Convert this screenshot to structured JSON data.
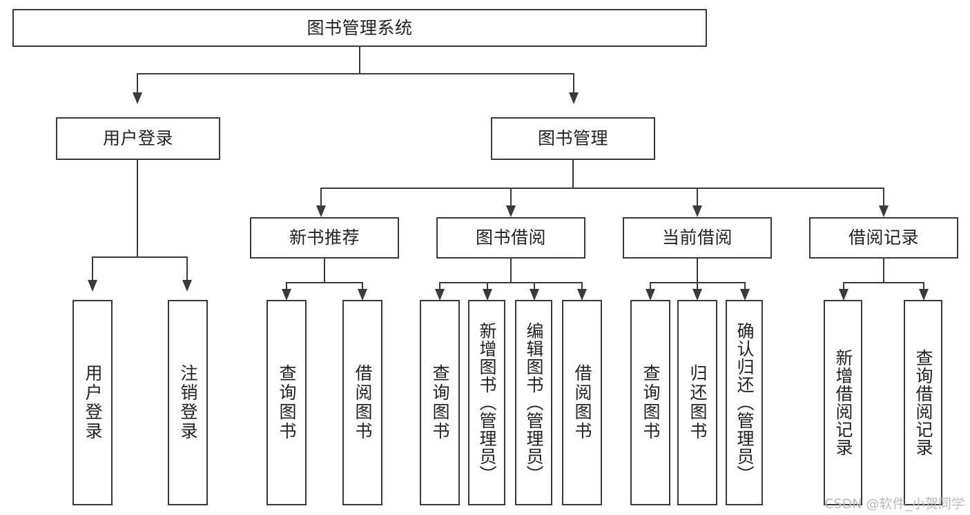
{
  "diagram": {
    "title": "图书管理系统",
    "type": "tree-hierarchy-diagram",
    "colors": {
      "stroke": "#3a3a3a",
      "fill": "#ffffff",
      "text": "#222222",
      "watermark": "#b9b9b9"
    }
  },
  "root": {
    "label": "图书管理系统"
  },
  "level2": [
    {
      "label": "用户登录"
    },
    {
      "label": "图书管理"
    }
  ],
  "level3": [
    {
      "label": "新书推荐"
    },
    {
      "label": "图书借阅"
    },
    {
      "label": "当前借阅"
    },
    {
      "label": "借阅记录"
    }
  ],
  "leaves": {
    "user_login": [
      {
        "label": "用户登录"
      },
      {
        "label": "注销登录"
      }
    ],
    "new_book_recommend": [
      {
        "label": "查询图书"
      },
      {
        "label": "借阅图书"
      }
    ],
    "book_borrow": [
      {
        "label": "查询图书"
      },
      {
        "label": "新增图书（管理员）"
      },
      {
        "label": "编辑图书（管理员）"
      },
      {
        "label": "借阅图书"
      }
    ],
    "current_borrow": [
      {
        "label": "查询图书"
      },
      {
        "label": "归还图书"
      },
      {
        "label": "确认归还（管理员）"
      }
    ],
    "borrow_record": [
      {
        "label": "新增借阅记录"
      },
      {
        "label": "查询借阅记录"
      }
    ]
  },
  "watermark": {
    "text": "CSDN @软件_小贺同学"
  }
}
